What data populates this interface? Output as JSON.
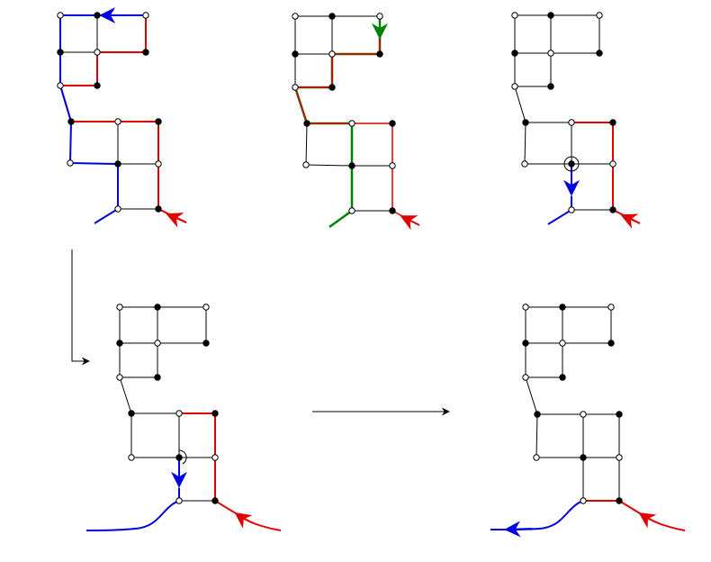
{
  "colors": {
    "black": "#000000",
    "red": "#e00000",
    "blue": "#0000e0",
    "green": "#008000",
    "white": "#ffffff"
  },
  "panels": [
    {
      "id": "panel-1",
      "paths": [
        "red-path",
        "blue-path"
      ]
    },
    {
      "id": "panel-2",
      "paths": [
        "red-path",
        "green-path"
      ]
    },
    {
      "id": "panel-3",
      "paths": [
        "red-path",
        "blue-path"
      ],
      "marker": "circle-marker"
    },
    {
      "id": "panel-4",
      "paths": [
        "red-path",
        "blue-path"
      ],
      "marker": "arc-marker"
    },
    {
      "id": "panel-5",
      "paths": [
        "red-path",
        "blue-path"
      ]
    }
  ],
  "transitions": [
    "arrow-panel-1-to-panel-4",
    "arrow-panel-4-to-panel-5"
  ]
}
